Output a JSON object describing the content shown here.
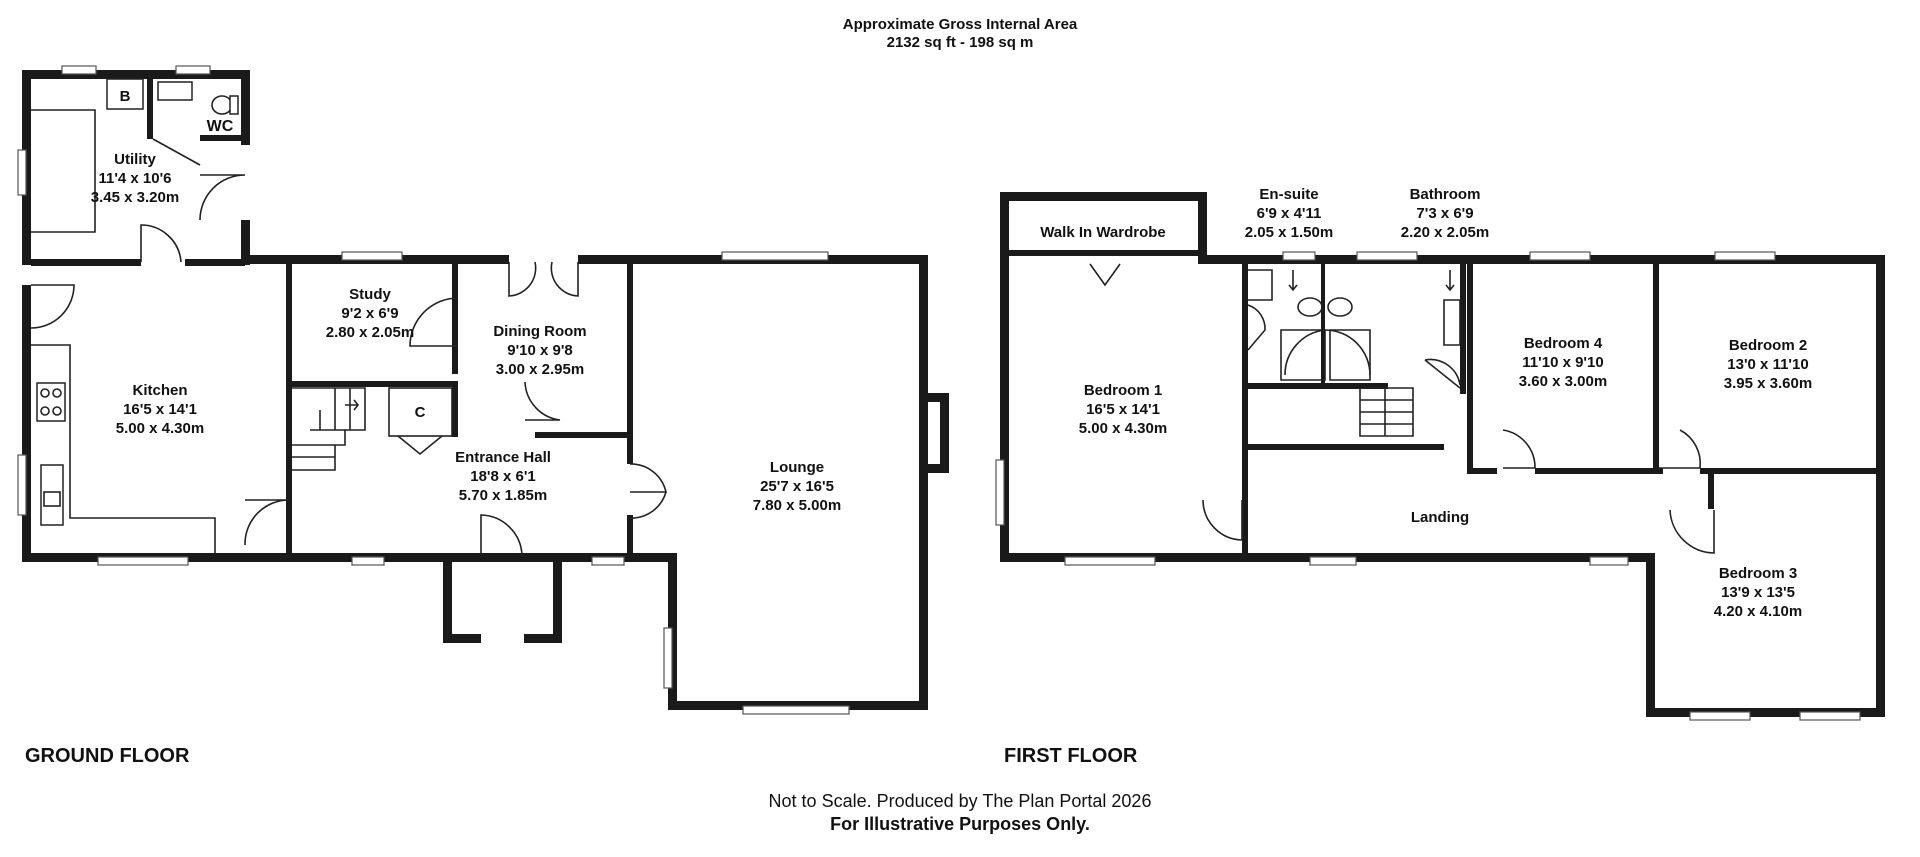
{
  "header": {
    "line1": "Approximate Gross Internal Area",
    "line2": "2132 sq ft - 198 sq m"
  },
  "floors": {
    "ground": "GROUND FLOOR",
    "first": "FIRST FLOOR"
  },
  "rooms": {
    "utility": {
      "name": "Utility",
      "imperial": "11'4 x 10'6",
      "metric": "3.45 x 3.20m"
    },
    "kitchen": {
      "name": "Kitchen",
      "imperial": "16'5 x 14'1",
      "metric": "5.00 x 4.30m"
    },
    "study": {
      "name": "Study",
      "imperial": "9'2 x 6'9",
      "metric": "2.80 x 2.05m"
    },
    "dining": {
      "name": "Dining Room",
      "imperial": "9'10 x 9'8",
      "metric": "3.00 x 2.95m"
    },
    "hall": {
      "name": "Entrance Hall",
      "imperial": "18'8 x 6'1",
      "metric": "5.70 x 1.85m"
    },
    "lounge": {
      "name": "Lounge",
      "imperial": "25'7 x 16'5",
      "metric": "7.80 x 5.00m"
    },
    "wardrobe": {
      "name": "Walk In Wardrobe"
    },
    "ensuite": {
      "name": "En-suite",
      "imperial": "6'9 x 4'11",
      "metric": "2.05 x 1.50m"
    },
    "bathroom": {
      "name": "Bathroom",
      "imperial": "7'3 x 6'9",
      "metric": "2.20 x 2.05m"
    },
    "bed1": {
      "name": "Bedroom 1",
      "imperial": "16'5 x 14'1",
      "metric": "5.00 x 4.30m"
    },
    "bed4": {
      "name": "Bedroom 4",
      "imperial": "11'10 x 9'10",
      "metric": "3.60 x 3.00m"
    },
    "bed2": {
      "name": "Bedroom 2",
      "imperial": "13'0 x 11'10",
      "metric": "3.95 x 3.60m"
    },
    "bed3": {
      "name": "Bedroom 3",
      "imperial": "13'9 x 13'5",
      "metric": "4.20 x 4.10m"
    },
    "landing": {
      "name": "Landing"
    }
  },
  "marks": {
    "boiler": "B",
    "wc": "WC",
    "cupboard": "C"
  },
  "footer": {
    "line1": "Not to Scale. Produced by The Plan Portal 2026",
    "line2": "For Illustrative Purposes Only."
  }
}
